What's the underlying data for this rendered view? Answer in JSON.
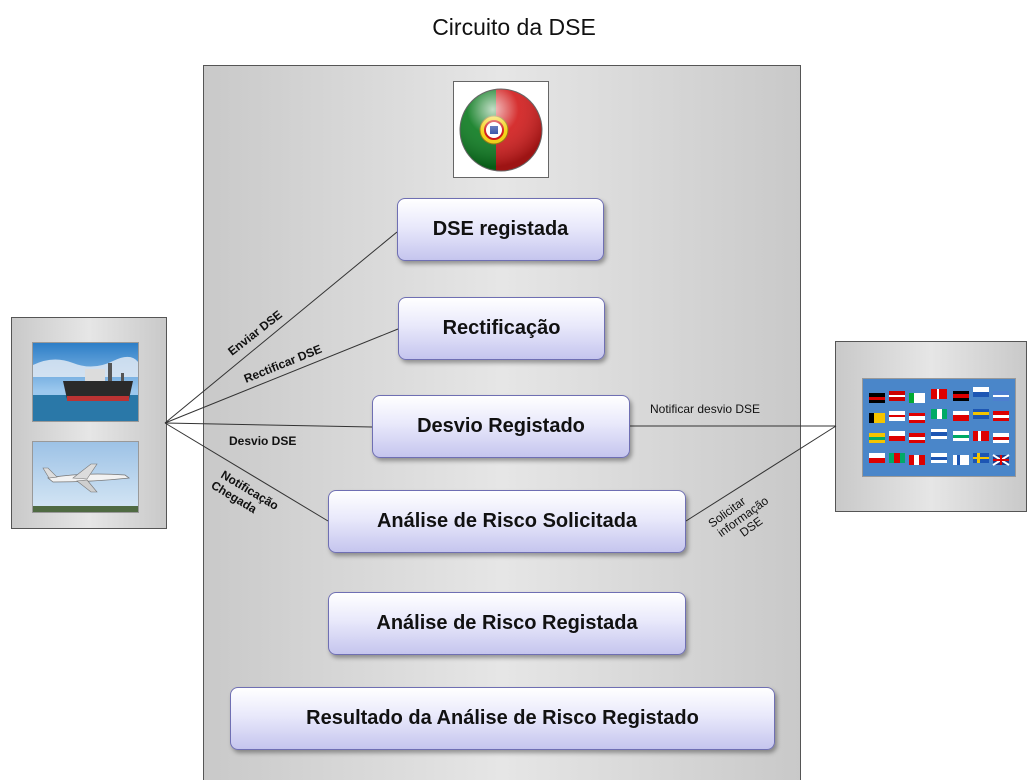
{
  "title": "Circuito da DSE",
  "states": {
    "dse_registada": "DSE registada",
    "rectificacao": "Rectificação",
    "desvio_registado": "Desvio Registado",
    "analise_solicitada": "Análise de Risco Solicitada",
    "analise_registada": "Análise de Risco Registada",
    "resultado": "Resultado da Análise de Risco Registado"
  },
  "edges": {
    "enviar_dse": "Enviar DSE",
    "rectificar_dse": "Rectificar DSE",
    "desvio_dse": "Desvio DSE",
    "notificacao_chegada_1": "Notificação",
    "notificacao_chegada_2": "Chegada",
    "notificar_desvio": "Notificar desvio DSE",
    "solicitar_1": "Solicitar",
    "solicitar_2": "informação",
    "solicitar_3": "DSE"
  },
  "colors": {
    "box_border": "#6f6fb3",
    "box_fill_top": "#ffffff",
    "box_fill_bottom": "#c5c5ee",
    "panel": "#d6d6d6",
    "portugal_green": "#0a7a1e",
    "portugal_red": "#d11a1a"
  },
  "icons": {
    "portugal_flag": "portugal-flag-icon",
    "ship": "cargo-ship-icon",
    "plane": "airplane-icon",
    "eu_flags": "eu-flags-icon"
  }
}
